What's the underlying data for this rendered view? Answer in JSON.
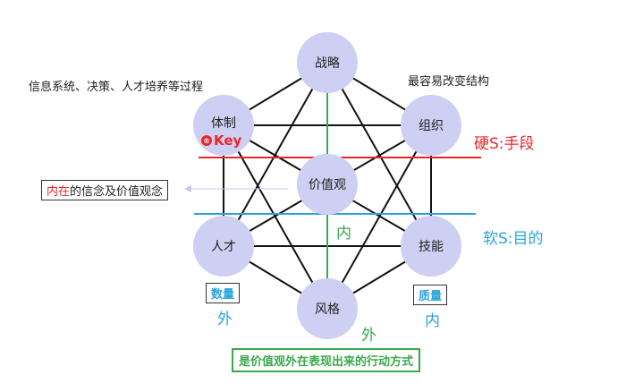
{
  "nodes": {
    "strategy": "战略",
    "system": "体制",
    "structure": "组织",
    "values": "价值观",
    "people": "人才",
    "skills": "技能",
    "style": "风格"
  },
  "annotations": {
    "top_left": "信息系统、决策、人才培养等过程",
    "top_right": "最容易改变结构",
    "hard_s": "硬S:手段",
    "soft_s": "软S:目的",
    "inner_belief_prefix": "内在",
    "inner_belief_rest": "的信念及价值观念",
    "key": "Key",
    "key_icon": "®",
    "quantity": "数量",
    "quality": "质量",
    "outer_left": "外",
    "inner_right": "内",
    "inner_center": "内",
    "outer_center": "外",
    "behavior_bottom": "是价值观外在表现出来的行动方式"
  },
  "colors": {
    "node_fill": "#cdd0f2",
    "red_line": "#e8262b",
    "blue_line": "#2aa4dc",
    "green": "#3aa84f",
    "edge": "#111111"
  }
}
